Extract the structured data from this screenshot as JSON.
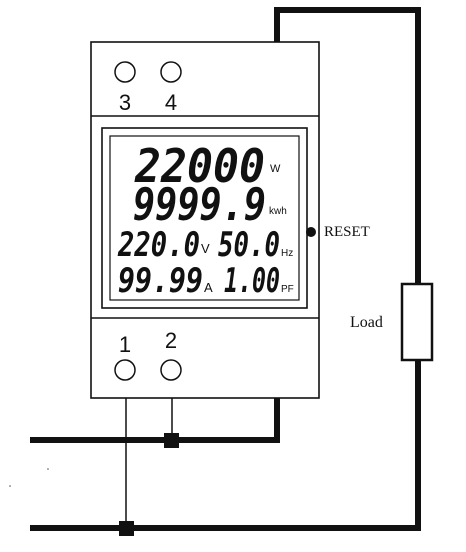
{
  "meter": {
    "top_terminals": [
      "3",
      "4"
    ],
    "bottom_terminals": [
      "1",
      "2"
    ],
    "display": {
      "power": {
        "value": "22000",
        "unit": "W"
      },
      "energy": {
        "value": "9999.9",
        "unit": "kwh"
      },
      "voltage": {
        "value": "220.0",
        "unit": "V"
      },
      "frequency": {
        "value": "50.0",
        "unit": "Hz"
      },
      "current": {
        "value": "99.99",
        "unit": "A"
      },
      "power_factor": {
        "value": "1.00",
        "unit": "PF"
      }
    }
  },
  "reset_label": "RESET",
  "load_label": "Load"
}
